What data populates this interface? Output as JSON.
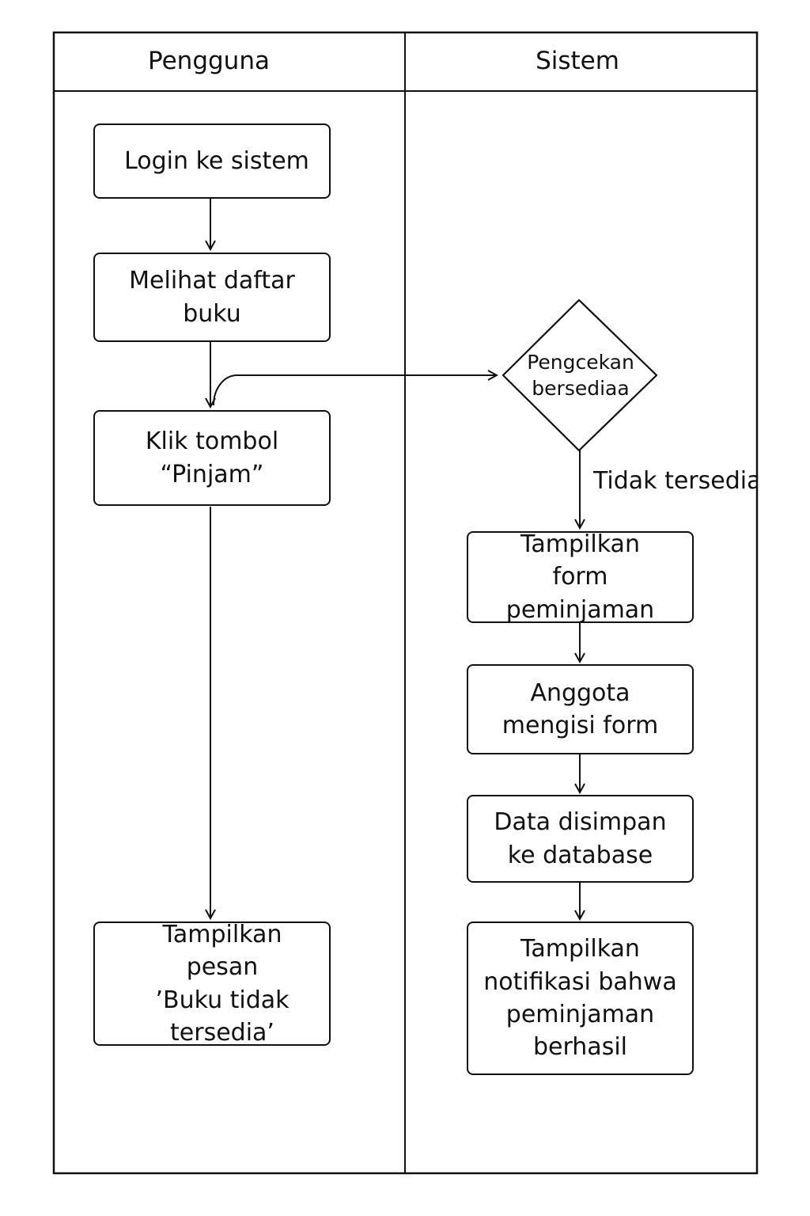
{
  "lanes": {
    "user": {
      "title": "Pengguna"
    },
    "system": {
      "title": "Sistem"
    }
  },
  "nodes": {
    "login": "Login ke sistem",
    "browse": "Melihat daftar\nbuku",
    "click_borrow": "Klik tombol\n“Pinjam”",
    "not_available_msg": "Tampilkan pesan\n’Buku tidak\ntersedia’",
    "availability_check": "Pengcekan\nbersediaa",
    "show_form": "Tampilkan\nform peminjaman",
    "fill_form": "Anggota\nmengisi form",
    "save_data": "Data disimpan\nke database",
    "success_notice": "Tampilkan\nnotifikasi bahwa\npeminjaman\nberhasil"
  },
  "edge_labels": {
    "not_available": "Tidak tersedia"
  }
}
